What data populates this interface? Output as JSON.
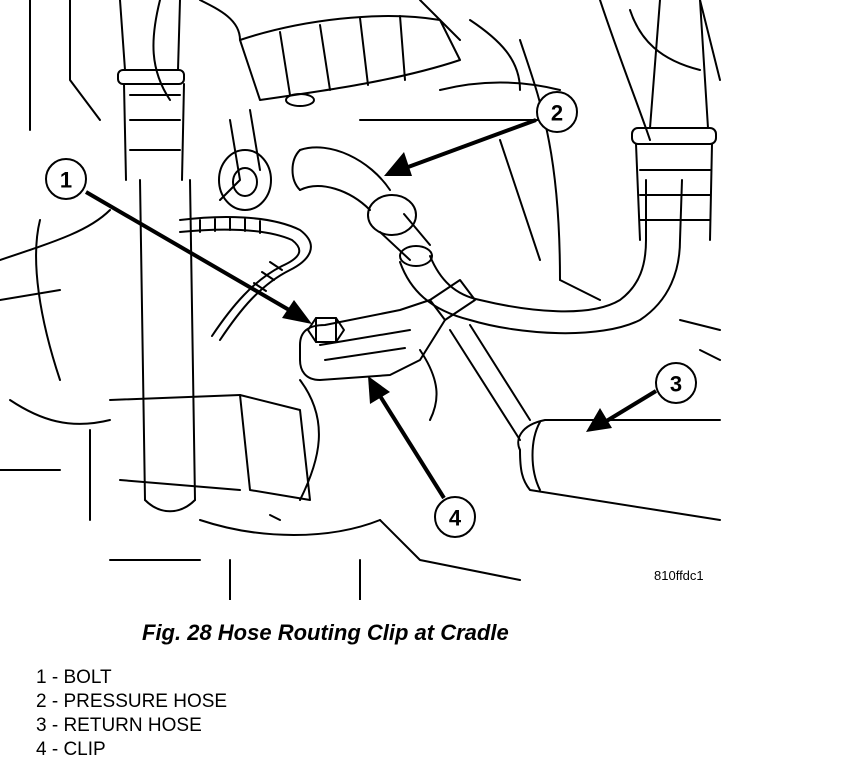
{
  "figure": {
    "image_code": "810ffdc1",
    "caption": "Fig. 28 Hose Routing Clip at Cradle"
  },
  "callouts": [
    {
      "number": "1"
    },
    {
      "number": "2"
    },
    {
      "number": "3"
    },
    {
      "number": "4"
    }
  ],
  "legend": [
    "1 - BOLT",
    "2 - PRESSURE HOSE",
    "3 - RETURN HOSE",
    "4 - CLIP"
  ],
  "colors": {
    "ink": "#000000",
    "paper": "#ffffff"
  }
}
